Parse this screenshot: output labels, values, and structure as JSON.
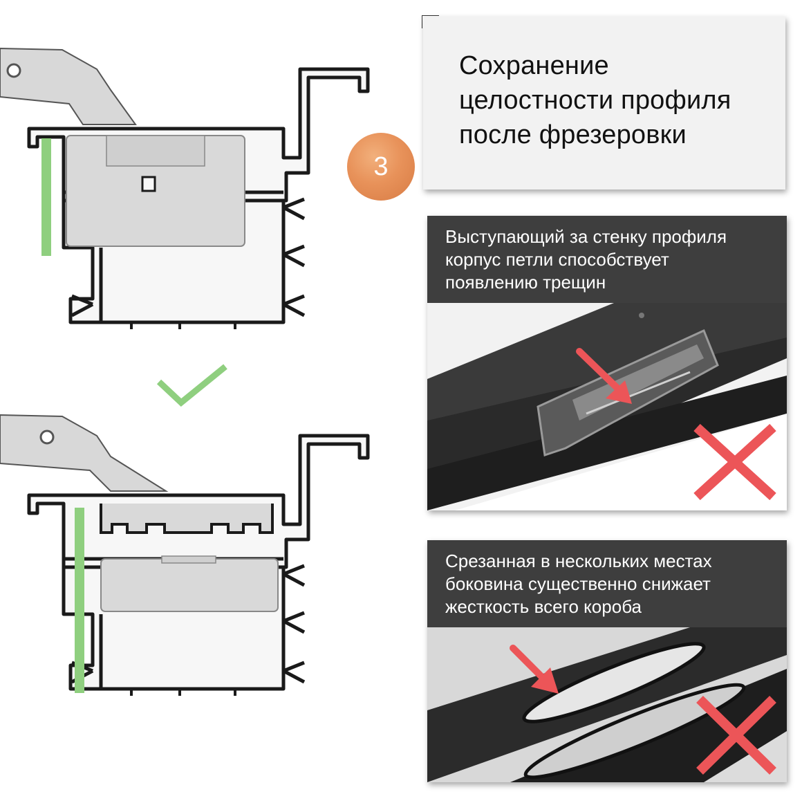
{
  "title": {
    "lines": [
      "Сохранение",
      "целостности профиля",
      "после фрезеровки"
    ]
  },
  "step_badge": "3",
  "panel_top": {
    "caption_lines": [
      "Выступающий за стенку профиля",
      "корпус петли способствует",
      "появлению трещин"
    ]
  },
  "panel_bottom": {
    "caption_lines": [
      "Срезанная в нескольких местах",
      "боковина существенно снижает",
      "жесткость всего короба"
    ]
  },
  "colors": {
    "green_mark": "#8fcf7f",
    "badge_orange": "#e8925a",
    "cross_red": "#ec5558",
    "caption_bg": "#3e3e3e",
    "profile_stroke": "#1a1a1a"
  }
}
